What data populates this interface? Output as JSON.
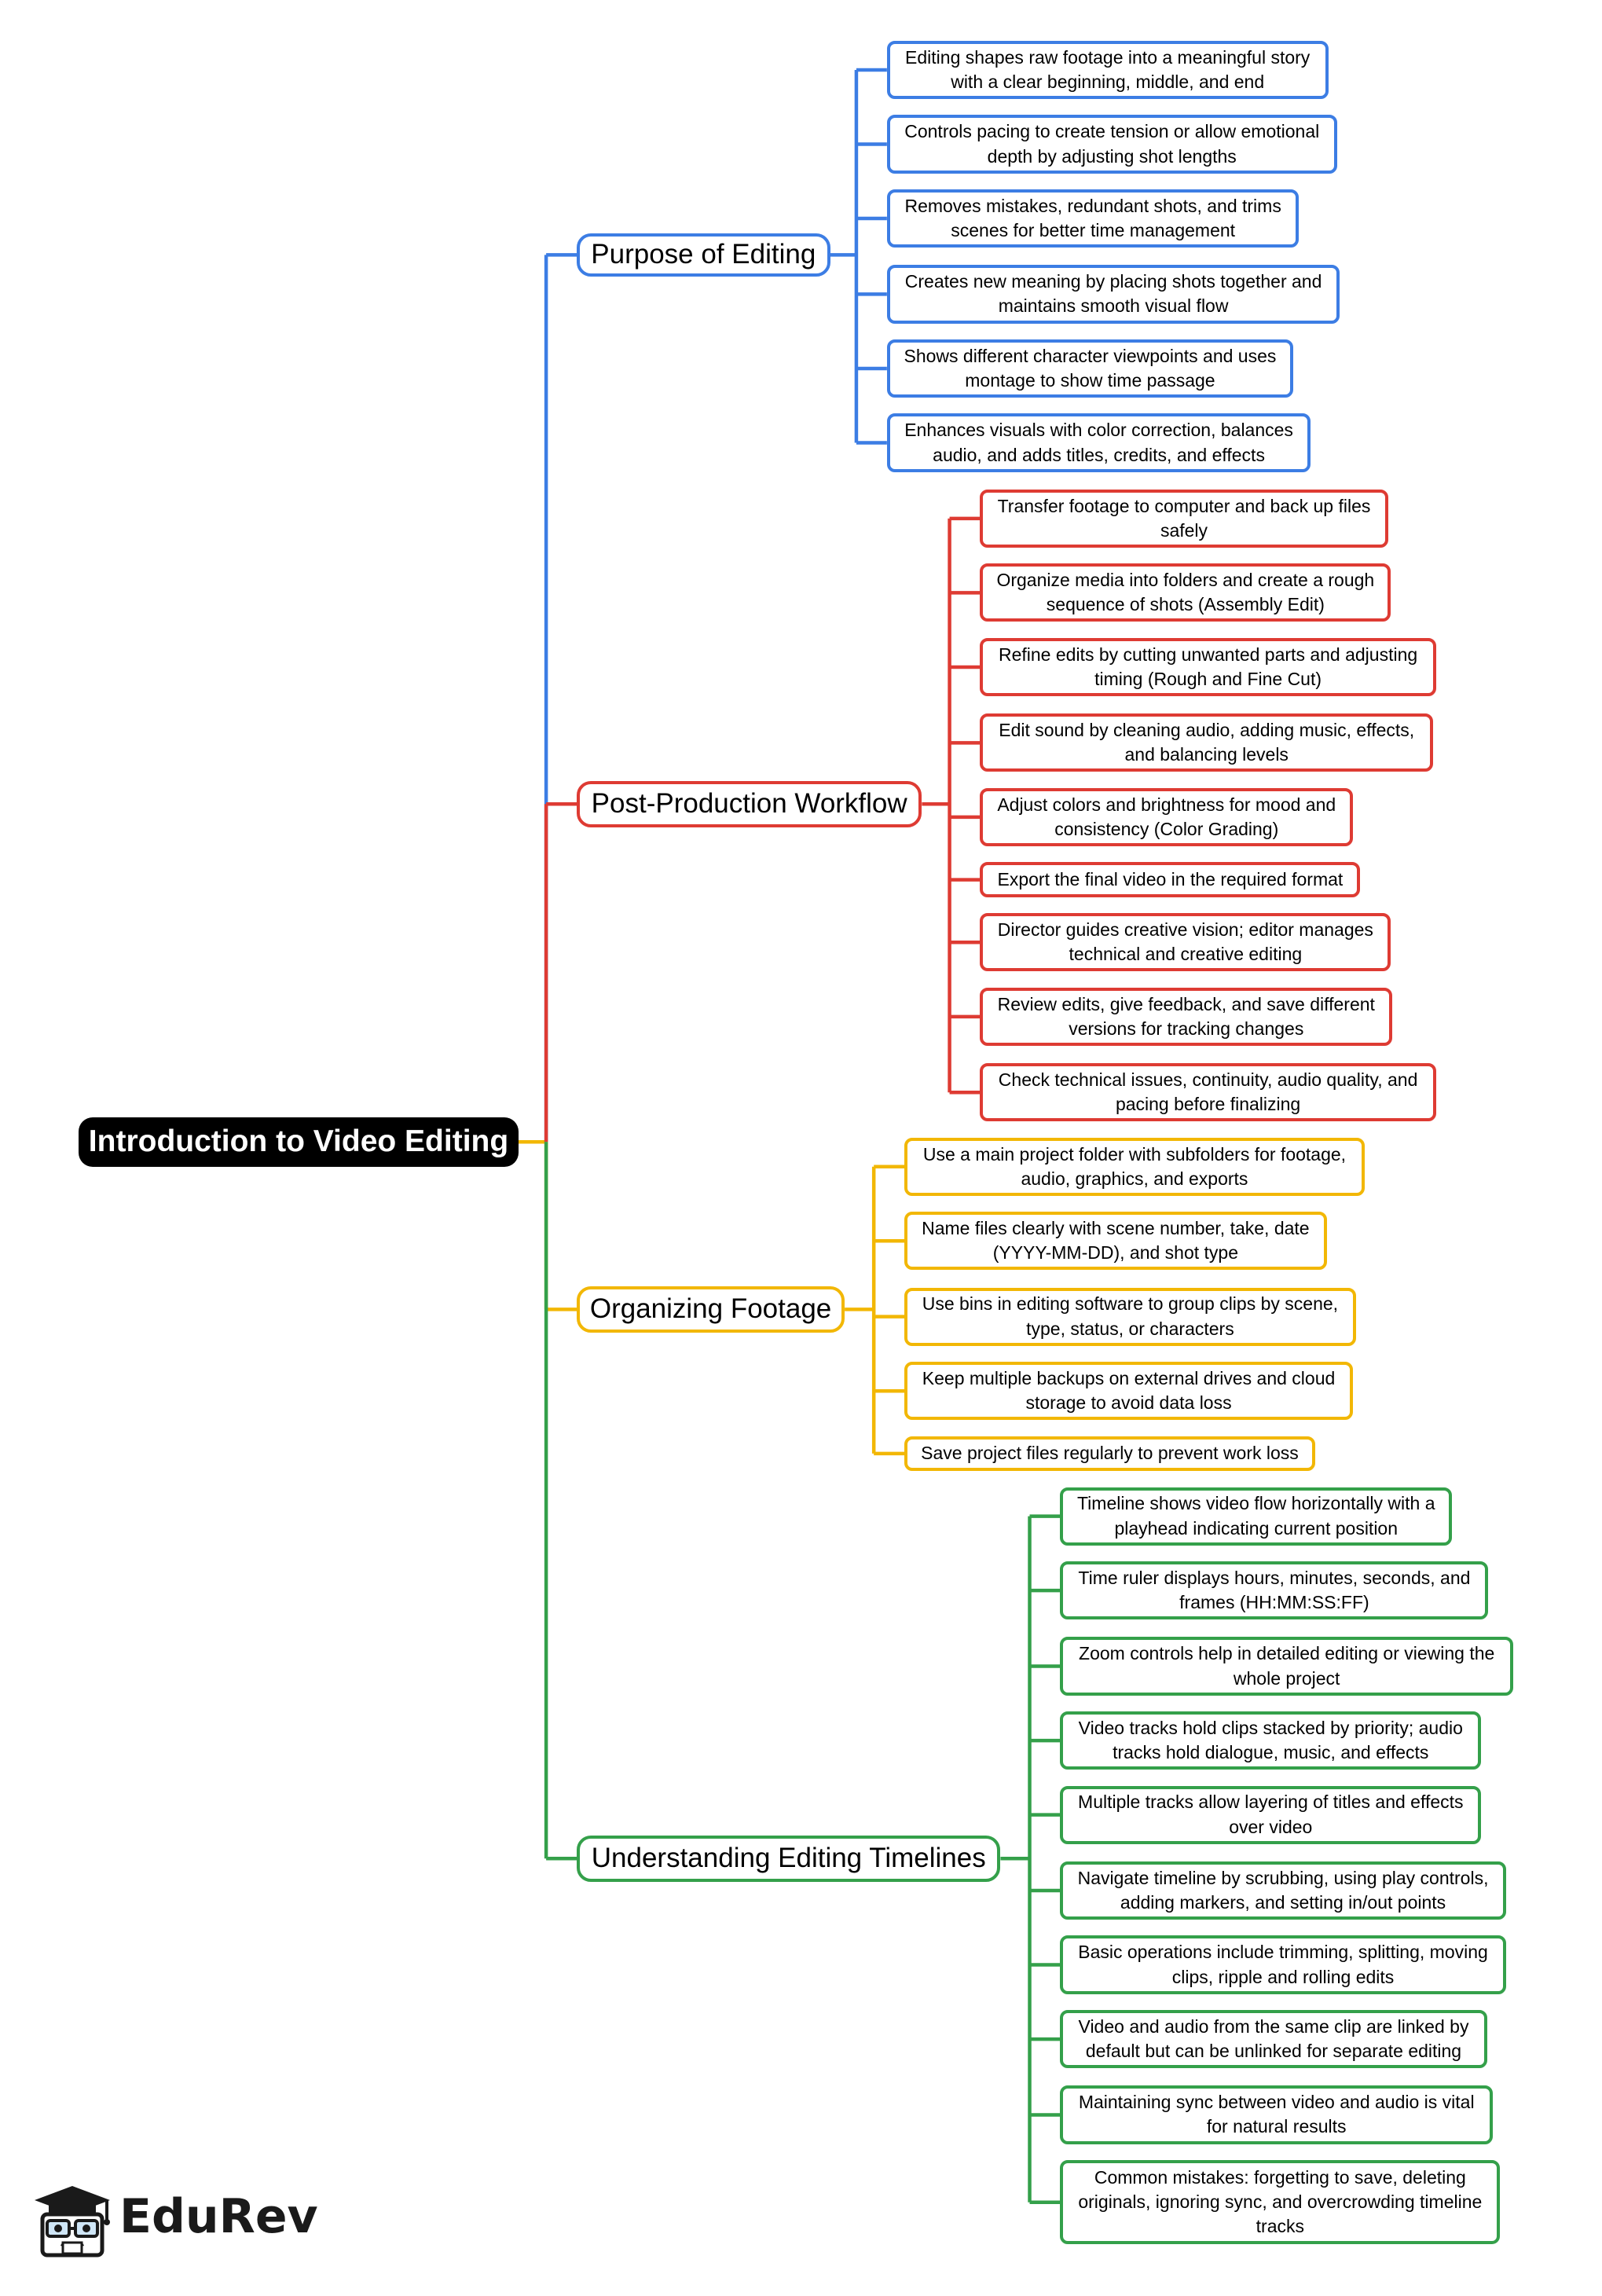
{
  "root": {
    "title": "Introduction to Video Editing",
    "color": "#000000"
  },
  "branches": [
    {
      "label": "Purpose of Editing",
      "color": "#3c7de4",
      "items": [
        "Editing shapes raw footage into a meaningful story with a clear beginning, middle, and end",
        "Controls pacing to create tension or allow emotional depth by adjusting shot lengths",
        "Removes mistakes, redundant shots, and trims scenes for better time management",
        "Creates new meaning by placing shots together and maintains smooth visual flow",
        "Shows different character viewpoints and uses montage to show time passage",
        "Enhances visuals with color correction, balances audio, and adds titles, credits, and effects"
      ]
    },
    {
      "label": "Post-Production Workflow",
      "color": "#de3b33",
      "items": [
        "Transfer footage to computer and back up files safely",
        "Organize media into folders and create a rough sequence of shots (Assembly Edit)",
        "Refine edits by cutting unwanted parts and adjusting timing (Rough and Fine Cut)",
        "Edit sound by cleaning audio, adding music, effects, and balancing levels",
        "Adjust colors and brightness for mood and consistency (Color Grading)",
        "Export the final video in the required format",
        "Director guides creative vision; editor manages technical and creative editing",
        "Review edits, give feedback, and save different versions for tracking changes",
        "Check technical issues, continuity, audio quality, and pacing before finalizing"
      ]
    },
    {
      "label": "Organizing Footage",
      "color": "#f2b705",
      "items": [
        "Use a main project folder with subfolders for footage, audio, graphics, and exports",
        "Name files clearly with scene number, take, date (YYYY-MM-DD), and shot type",
        "Use bins in editing software to group clips by scene, type, status, or characters",
        "Keep multiple backups on external drives and cloud storage to avoid data loss",
        "Save project files regularly to prevent work loss"
      ]
    },
    {
      "label": "Understanding Editing Timelines",
      "color": "#34a04a",
      "items": [
        "Timeline shows video flow horizontally with a playhead indicating current position",
        "Time ruler displays hours, minutes, seconds, and frames (HH:MM:SS:FF)",
        "Zoom controls help in detailed editing or viewing the whole project",
        "Video tracks hold clips stacked by priority; audio tracks hold dialogue, music, and effects",
        "Multiple tracks allow layering of titles and effects over video",
        "Navigate timeline by scrubbing, using play controls, adding markers, and setting in/out points",
        "Basic operations include trimming, splitting, moving clips, ripple and rolling edits",
        "Video and audio from the same clip are linked by default but can be unlinked for separate editing",
        "Maintaining sync between video and audio is vital for natural results",
        "Common mistakes: forgetting to save, deleting originals, ignoring sync, and overcrowding timeline tracks"
      ]
    }
  ],
  "logo": {
    "text": "EduRev",
    "icon": "graduation-cap-mascot-icon"
  }
}
